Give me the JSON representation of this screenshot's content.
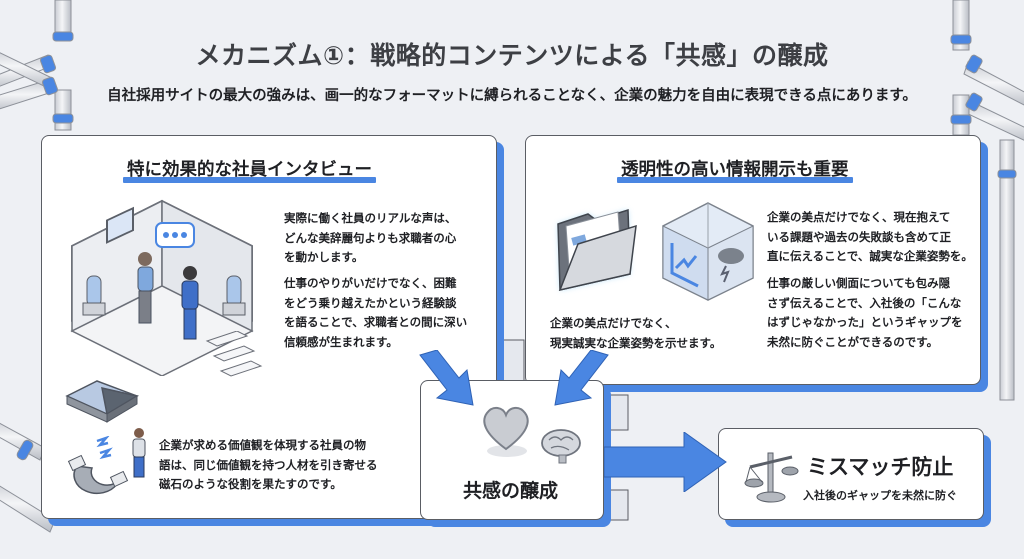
{
  "header": {
    "title": "メカニズム①：戦略的コンテンツによる「共感」の醸成",
    "subtitle": "自社採用サイトの最大の強みは、画一的なフォーマットに縛られることなく、企業の魅力を自由に表現できる点にあります。"
  },
  "interview_card": {
    "title": "特に効果的な社員インタビュー",
    "paragraph_1": [
      "実際に働く社員のリアルな声は、",
      "どんな美辞麗句よりも求職者の心",
      "を動かします。"
    ],
    "paragraph_2": [
      "仕事のやりがいだけでなく、困難",
      "をどう乗り越えたかという経験談",
      "を語ることで、求職者との間に深い",
      "信頼感が生まれます。"
    ],
    "paragraph_3": [
      "企業が求める価値観を体現する社員の物",
      "語は、同じ価値観を持つ人材を引き寄せる",
      "磁石のような役割を果たすのです。"
    ],
    "icons": [
      "interview-room-icon",
      "puzzle-icon",
      "magnet-icon",
      "person-icon"
    ]
  },
  "disclosure_card": {
    "title": "透明性の高い情報開示も重要",
    "caption": [
      "企業の美点だけでなく、",
      "現実誠実な企業姿勢を示せます。"
    ],
    "paragraph_1": [
      "企業の美点だけでなく、現在抱えて",
      "いる課題や過去の失敗談も含めて正",
      "直に伝えることで、誠実な企業姿勢を。"
    ],
    "paragraph_2": [
      "仕事の厳しい側面についても包み隠",
      "さず伝えることで、入社後の「こんな",
      "はずじゃなかった」というギャップを",
      "未然に防ぐことができるのです。"
    ],
    "icons": [
      "open-folder-icon",
      "transparent-cube-icon",
      "chart-icon",
      "storm-cloud-icon"
    ]
  },
  "center": {
    "label": "共感の醸成",
    "icons": [
      "heart-icon",
      "brain-icon"
    ]
  },
  "result": {
    "title": "ミスマッチ防止",
    "subtitle": "入社後のギャップを未然に防ぐ",
    "icon": "balance-scale-icon"
  },
  "colors": {
    "accent": "#4a86e2",
    "background": "#eef0f4",
    "text": "#1f2024",
    "border": "#5a5d64"
  }
}
